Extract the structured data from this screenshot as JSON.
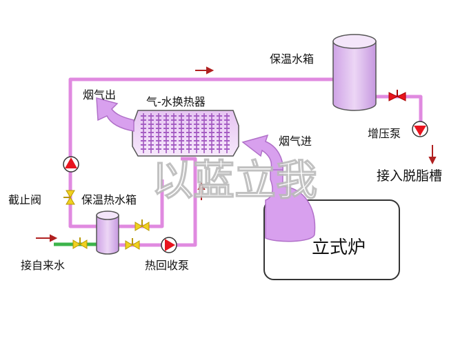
{
  "labels": {
    "insulated_tank": "保温水箱",
    "flue_gas_out": "烟气出",
    "heat_exchanger": "气-水换热器",
    "flue_gas_in": "烟气进",
    "booster_pump": "增压泵",
    "degreasing_tank": "接入脱脂槽",
    "stop_valve": "截止阀",
    "hot_water_tank": "保温热水箱",
    "tap_water": "接自来水",
    "return_pump": "热回收泵",
    "vertical_furnace": "立式炉"
  },
  "watermark": "以蓝立我",
  "colors": {
    "pipe": "#e08ae0",
    "water_inlet": "#3cb44b",
    "flow_arrow": "#b02020",
    "pump": "#e8141e",
    "valve": "#f0d020",
    "tank_fill": "#d8b0ea",
    "gas_arrow": "#d8a0ee"
  }
}
